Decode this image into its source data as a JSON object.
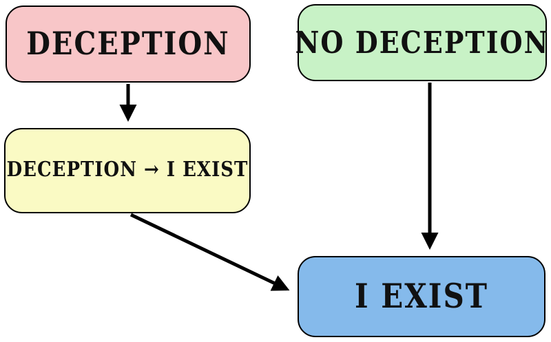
{
  "diagram": {
    "nodes": [
      {
        "id": "deception",
        "label": "DECEPTION",
        "fill": "#f8c6c8",
        "border": "#000000"
      },
      {
        "id": "no-deception",
        "label": "NO DECEPTION",
        "fill": "#c8f2c6",
        "border": "#000000"
      },
      {
        "id": "implication",
        "label": "DECEPTION → I EXIST",
        "fill": "#fafac4",
        "border": "#000000"
      },
      {
        "id": "i-exist",
        "label": "I EXIST",
        "fill": "#85baeb",
        "border": "#000000"
      }
    ],
    "edges": [
      {
        "from": "deception",
        "to": "implication"
      },
      {
        "from": "no-deception",
        "to": "i-exist"
      },
      {
        "from": "implication",
        "to": "i-exist"
      }
    ],
    "edge_color": "#000000"
  }
}
